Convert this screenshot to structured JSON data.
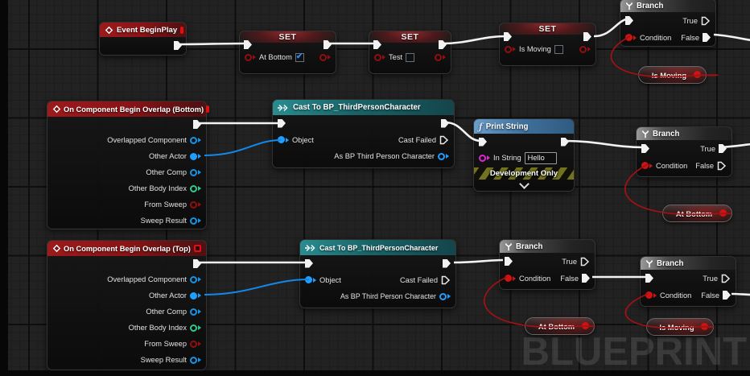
{
  "watermark": "BLUEPRINT",
  "colors": {
    "exec_wire": "#f2f2f2",
    "object_wire": "#1488e8",
    "bool_wire": "#a01214",
    "bool_pin": "#930e0e",
    "object_pin": "#1694e8",
    "int_pin": "#2fc98a",
    "string_pin": "#de27d3",
    "event_header": "#9c1a1c",
    "cast_header": "#1f7d82",
    "function_header": "#4f7fae",
    "branch_header": "#8a8a8a"
  },
  "branch": {
    "title": "Branch",
    "true_label": "True",
    "false_label": "False",
    "condition_label": "Condition"
  },
  "cast": {
    "title": "Cast To BP_ThirdPersonCharacter",
    "object_label": "Object",
    "cast_failed_label": "Cast Failed",
    "as_label": "As BP Third Person Character"
  },
  "events": {
    "begin_play": {
      "title": "Event BeginPlay"
    },
    "overlap_bottom": {
      "title": "On Component Begin Overlap (Bottom)"
    },
    "overlap_top": {
      "title": "On Component Begin Overlap (Top)"
    },
    "overlap_pins": [
      "Overlapped Component",
      "Other Actor",
      "Other Comp",
      "Other Body Index",
      "From Sweep",
      "Sweep Result"
    ]
  },
  "sets": {
    "title": "SET",
    "at_bottom": {
      "var": "At Bottom",
      "checked": true
    },
    "test": {
      "var": "Test",
      "checked": false
    },
    "is_moving": {
      "var": "Is Moving",
      "checked": false
    }
  },
  "print_string": {
    "title": "Print String",
    "in_string_label": "In String",
    "value": "Hello",
    "banner": "Development Only"
  },
  "variables": {
    "is_moving": "Is Moving",
    "at_bottom": "At Bottom"
  }
}
